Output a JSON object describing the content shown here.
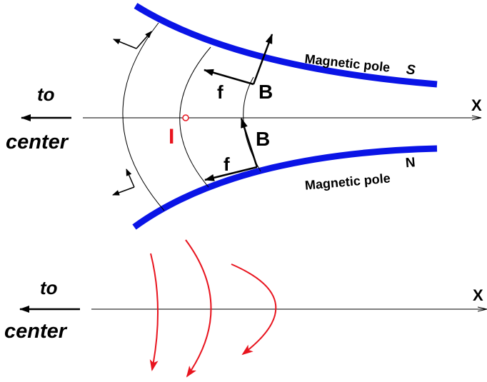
{
  "diagram": {
    "top_panel": {
      "direction_label_line1": "to",
      "direction_label_line2": "center",
      "axis_label": "X",
      "current_label": "I",
      "upper_pole_label": "Magnetic pole",
      "upper_pole_letter": "S",
      "lower_pole_label": "Magnetic pole",
      "lower_pole_letter": "N",
      "upper_force_label": "f",
      "upper_field_label": "B",
      "lower_force_label": "f",
      "lower_field_label": "B"
    },
    "bottom_panel": {
      "direction_label_line1": "to",
      "direction_label_line2": "center",
      "axis_label": "X"
    }
  },
  "colors": {
    "pole": "#0a14e6",
    "highlight": "#e8141e",
    "ink": "#000000"
  }
}
